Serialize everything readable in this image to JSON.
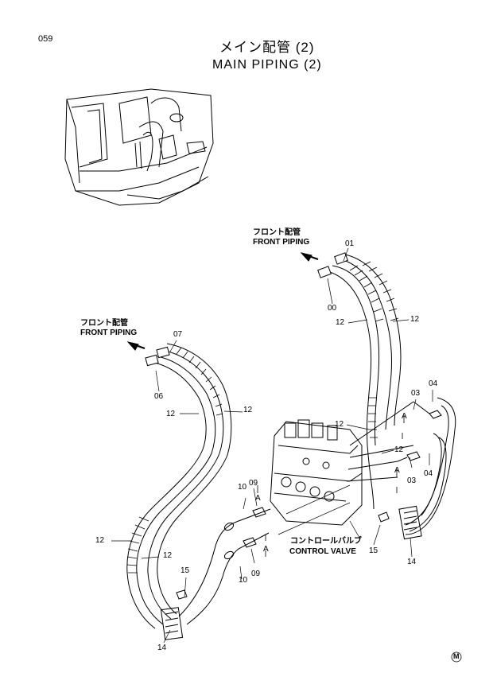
{
  "page_number": "059",
  "title_jp": "メイン配管 (2)",
  "title_en": "MAIN PIPING (2)",
  "front_piping_right": {
    "jp": "フロント配管",
    "en": "FRONT PIPING"
  },
  "front_piping_left": {
    "jp": "フロント配管",
    "en": "FRONT PIPING"
  },
  "control_valve": {
    "jp": "コントロールバルブ",
    "en": "CONTROL VALVE"
  },
  "callouts": {
    "c01": "01",
    "c00": "00",
    "c12a": "12",
    "c12b": "12",
    "c07": "07",
    "c06": "06",
    "c12c": "12",
    "c12d": "12",
    "c03a": "03",
    "c04a": "04",
    "cAa": "A",
    "c12e": "12",
    "c12f": "12",
    "cAb": "A",
    "c03b": "03",
    "c04b": "04",
    "c10a": "10",
    "c09a": "09",
    "cAc": "A",
    "c12g": "12",
    "c12h": "12",
    "c15a": "15",
    "cAd": "A",
    "c10b": "10",
    "c09b": "09",
    "c15b": "15",
    "c14a": "14",
    "c14b": "14"
  },
  "footer_mark": "M"
}
